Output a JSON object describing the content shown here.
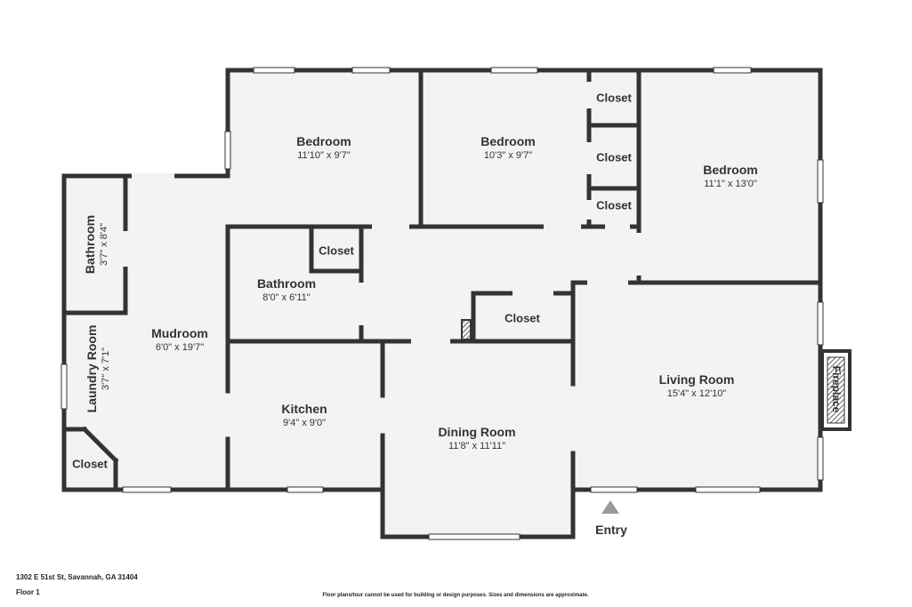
{
  "rooms": {
    "bedroom1": {
      "name": "Bedroom",
      "dims": "11'10\" x 9'7\""
    },
    "bedroom2": {
      "name": "Bedroom",
      "dims": "10'3\" x 9'7\""
    },
    "bedroom3": {
      "name": "Bedroom",
      "dims": "11'1\" x 13'0\""
    },
    "bathroom_left": {
      "name": "Bathroom",
      "dims": "3'7\" x 8'4\""
    },
    "bathroom_mid": {
      "name": "Bathroom",
      "dims": "8'0\" x 6'11\""
    },
    "mudroom": {
      "name": "Mudroom",
      "dims": "6'0\" x 19'7\""
    },
    "laundry": {
      "name": "Laundry Room",
      "dims": "3'7\" x 7'1\""
    },
    "kitchen": {
      "name": "Kitchen",
      "dims": "9'4\" x 9'0\""
    },
    "dining": {
      "name": "Dining Room",
      "dims": "11'8\" x 11'11\""
    },
    "living": {
      "name": "Living Room",
      "dims": "15'4\" x 12'10\""
    }
  },
  "closets": {
    "top1": "Closet",
    "top2": "Closet",
    "top3": "Closet",
    "bath": "Closet",
    "center": "Closet",
    "laundry": "Closet"
  },
  "fireplace": "Fireplace",
  "entry": "Entry",
  "footer": {
    "address": "1302 E 51st St, Savannah, GA 31404",
    "floor": "Floor 1",
    "disclaimer": "Floor plans/tour cannot be used for building or design purposes. Sizes and dimensions are approximate."
  },
  "colors": {
    "wall": "#333333",
    "floor": "#f3f3f3",
    "window": "#ffffff"
  }
}
